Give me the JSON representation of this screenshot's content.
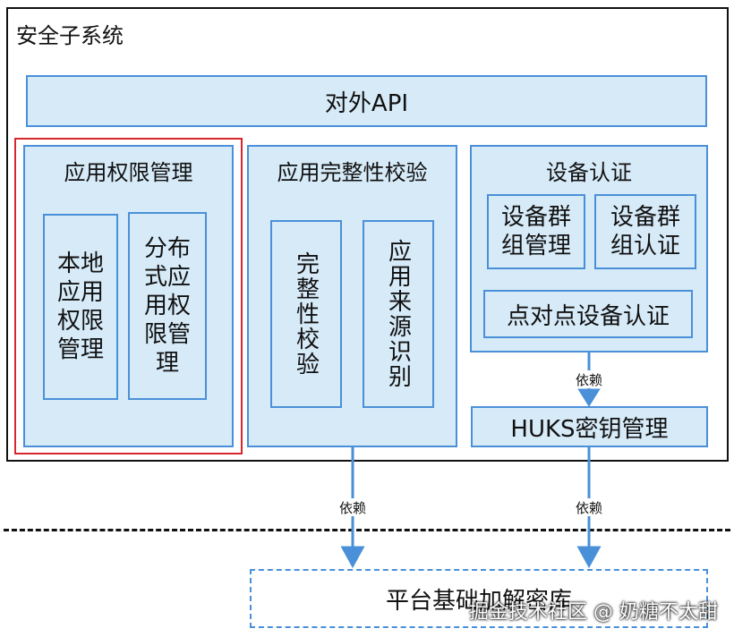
{
  "title": "安全子系统",
  "api_bar": "对外API",
  "modules": {
    "permission": {
      "title": "应用权限管理",
      "children": [
        "本地应用权限管理",
        "分布式应用权限管理"
      ]
    },
    "integrity": {
      "title": "应用完整性校验",
      "children": [
        "完整性校验",
        "应用来源识别"
      ]
    },
    "device_auth": {
      "title": "设备认证",
      "group_manage": "设备群组管理",
      "group_auth": "设备群组认证",
      "p2p_auth": "点对点设备认证"
    }
  },
  "huks": "HUKS密钥管理",
  "dependency_label": "依赖",
  "platform": "平台基础加解密库",
  "watermark": "掘金技术社区 @ 奶糖不太甜",
  "colors": {
    "box_fill": "#d6eaf8",
    "box_border": "#4a90d9",
    "highlight": "#d9262c"
  }
}
